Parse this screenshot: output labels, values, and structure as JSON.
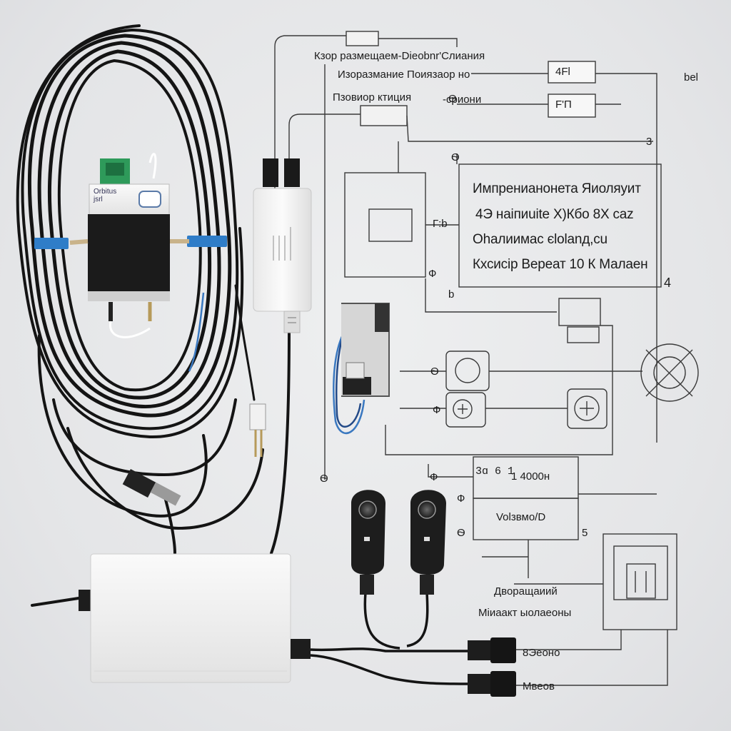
{
  "device_label": "Orbitus\njsrl",
  "labels": {
    "header_line": "Кзор размещаем-Dieobnr'Слиания",
    "label_row1": "Изоразмание Поиязаор  но",
    "label_row2": "Пзовиор ктиция",
    "label_row2_right": "-сриони",
    "top_right": "bel",
    "box_top1": "4Fl",
    "box_top2": "F'П",
    "spec_line1": "Импренианонета Яиоляуит",
    "spec_line2": "4Э наiпиuitе Х)Кбо 8Х саz",
    "spec_line3": "Оhалиимас єlolаnд,сu",
    "spec_line4": "Кхсисiр Вереат 10 К Малаен",
    "spec_right_mark": "4",
    "box_counter_code": "3ɑ 6 1",
    "box_counter_value": "1 4000н",
    "box_bottom": "Volзвмо/D",
    "bottom_label1": "Дворащаиий",
    "bottom_label2": "Мiиаакт ыолаеоны",
    "port_label1": "8Эеоно",
    "port_label2": "Мвеов"
  },
  "small_marks": {
    "m1": "3",
    "m2": "Ѳ",
    "m3": "Ф",
    "m4": "Г:b",
    "m5": "b",
    "m6": "Ѳ",
    "m7": "Ф",
    "m8": "Ѳ",
    "m9": "Ф",
    "m10": "Ф",
    "m11": "Ѳ",
    "m12": "Ѳ",
    "m13": "5"
  }
}
